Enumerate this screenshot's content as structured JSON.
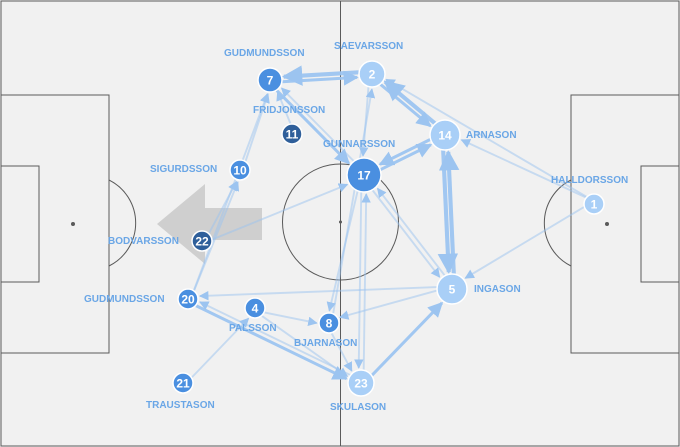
{
  "colors": {
    "pitch_bg": "#f1f1f1",
    "pitch_line": "#5a5a5a",
    "node_light": "#a9cff7",
    "node_mid": "#4a8fe0",
    "node_dark": "#2f5f9a",
    "label": "#6aa6e6",
    "pass_line": "#9cc4f0",
    "direction_arrow": "#c9c9c9"
  },
  "direction_icon": "left-arrow-icon",
  "players": [
    {
      "number": "1",
      "name": "HALLDORSSON",
      "tone": "light"
    },
    {
      "number": "2",
      "name": "SAEVARSSON",
      "tone": "light"
    },
    {
      "number": "4",
      "name": "PALSSON",
      "tone": "mid"
    },
    {
      "number": "5",
      "name": "INGASON",
      "tone": "light"
    },
    {
      "number": "7",
      "name": "GUDMUNDSSON",
      "tone": "mid"
    },
    {
      "number": "8",
      "name": "BJARNASON",
      "tone": "mid"
    },
    {
      "number": "10",
      "name": "SIGURDSSON",
      "tone": "mid"
    },
    {
      "number": "11",
      "name": "FRIDJONSSON",
      "tone": "dark"
    },
    {
      "number": "14",
      "name": "ARNASON",
      "tone": "light"
    },
    {
      "number": "17",
      "name": "GUNNARSSON",
      "tone": "mid"
    },
    {
      "number": "20",
      "name": "GUDMUNDSSON",
      "tone": "mid"
    },
    {
      "number": "21",
      "name": "TRAUSTASON",
      "tone": "mid"
    },
    {
      "number": "22",
      "name": "BODVARSSON",
      "tone": "dark"
    },
    {
      "number": "23",
      "name": "SKULASON",
      "tone": "light"
    }
  ],
  "passes": [
    {
      "from": "2",
      "to": "7",
      "weight": 3
    },
    {
      "from": "7",
      "to": "2",
      "weight": 2
    },
    {
      "from": "14",
      "to": "2",
      "weight": 3
    },
    {
      "from": "2",
      "to": "14",
      "weight": 2
    },
    {
      "from": "14",
      "to": "5",
      "weight": 3
    },
    {
      "from": "5",
      "to": "14",
      "weight": 3
    },
    {
      "from": "17",
      "to": "14",
      "weight": 2
    },
    {
      "from": "14",
      "to": "17",
      "weight": 2
    },
    {
      "from": "7",
      "to": "17",
      "weight": 2
    },
    {
      "from": "17",
      "to": "7",
      "weight": 1
    },
    {
      "from": "2",
      "to": "17",
      "weight": 1
    },
    {
      "from": "17",
      "to": "5",
      "weight": 1
    },
    {
      "from": "5",
      "to": "17",
      "weight": 1
    },
    {
      "from": "1",
      "to": "5",
      "weight": 1
    },
    {
      "from": "1",
      "to": "14",
      "weight": 1
    },
    {
      "from": "1",
      "to": "2",
      "weight": 1
    },
    {
      "from": "5",
      "to": "20",
      "weight": 1
    },
    {
      "from": "23",
      "to": "5",
      "weight": 2
    },
    {
      "from": "20",
      "to": "23",
      "weight": 2
    },
    {
      "from": "23",
      "to": "20",
      "weight": 1
    },
    {
      "from": "4",
      "to": "23",
      "weight": 1
    },
    {
      "from": "8",
      "to": "23",
      "weight": 1
    },
    {
      "from": "17",
      "to": "23",
      "weight": 1
    },
    {
      "from": "22",
      "to": "17",
      "weight": 1
    },
    {
      "from": "10",
      "to": "7",
      "weight": 1
    },
    {
      "from": "11",
      "to": "7",
      "weight": 1
    },
    {
      "from": "20",
      "to": "7",
      "weight": 1
    },
    {
      "from": "21",
      "to": "4",
      "weight": 1
    },
    {
      "from": "17",
      "to": "8",
      "weight": 1
    },
    {
      "from": "5",
      "to": "8",
      "weight": 1
    },
    {
      "from": "4",
      "to": "8",
      "weight": 1
    },
    {
      "from": "22",
      "to": "10",
      "weight": 1
    },
    {
      "from": "20",
      "to": "10",
      "weight": 1
    },
    {
      "from": "23",
      "to": "17",
      "weight": 1
    },
    {
      "from": "8",
      "to": "2",
      "weight": 1
    }
  ]
}
